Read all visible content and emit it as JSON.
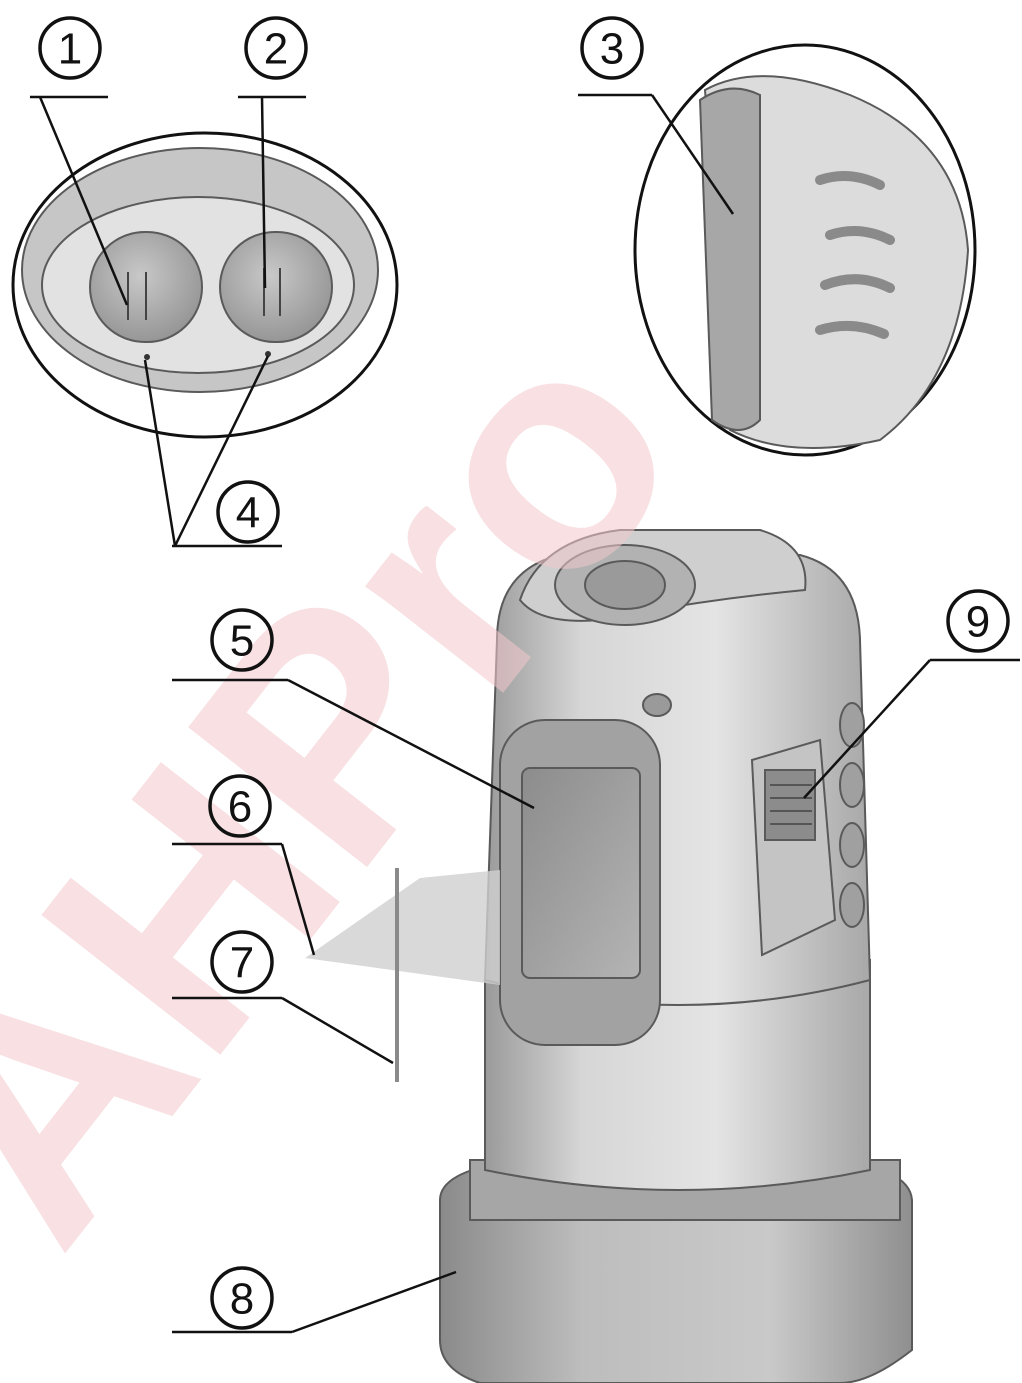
{
  "watermark": {
    "text": "AHPro"
  },
  "callouts": [
    {
      "id": "1",
      "label": "1"
    },
    {
      "id": "2",
      "label": "2"
    },
    {
      "id": "3",
      "label": "3"
    },
    {
      "id": "4",
      "label": "4"
    },
    {
      "id": "5",
      "label": "5"
    },
    {
      "id": "6",
      "label": "6"
    },
    {
      "id": "7",
      "label": "7"
    },
    {
      "id": "8",
      "label": "8"
    },
    {
      "id": "9",
      "label": "9"
    }
  ],
  "colors": {
    "body_light": "#dcdcdc",
    "body_mid": "#b8b8b8",
    "body_dark": "#8e8e8e",
    "line_ink": "#111111",
    "watermark": "#f3c8cd"
  }
}
